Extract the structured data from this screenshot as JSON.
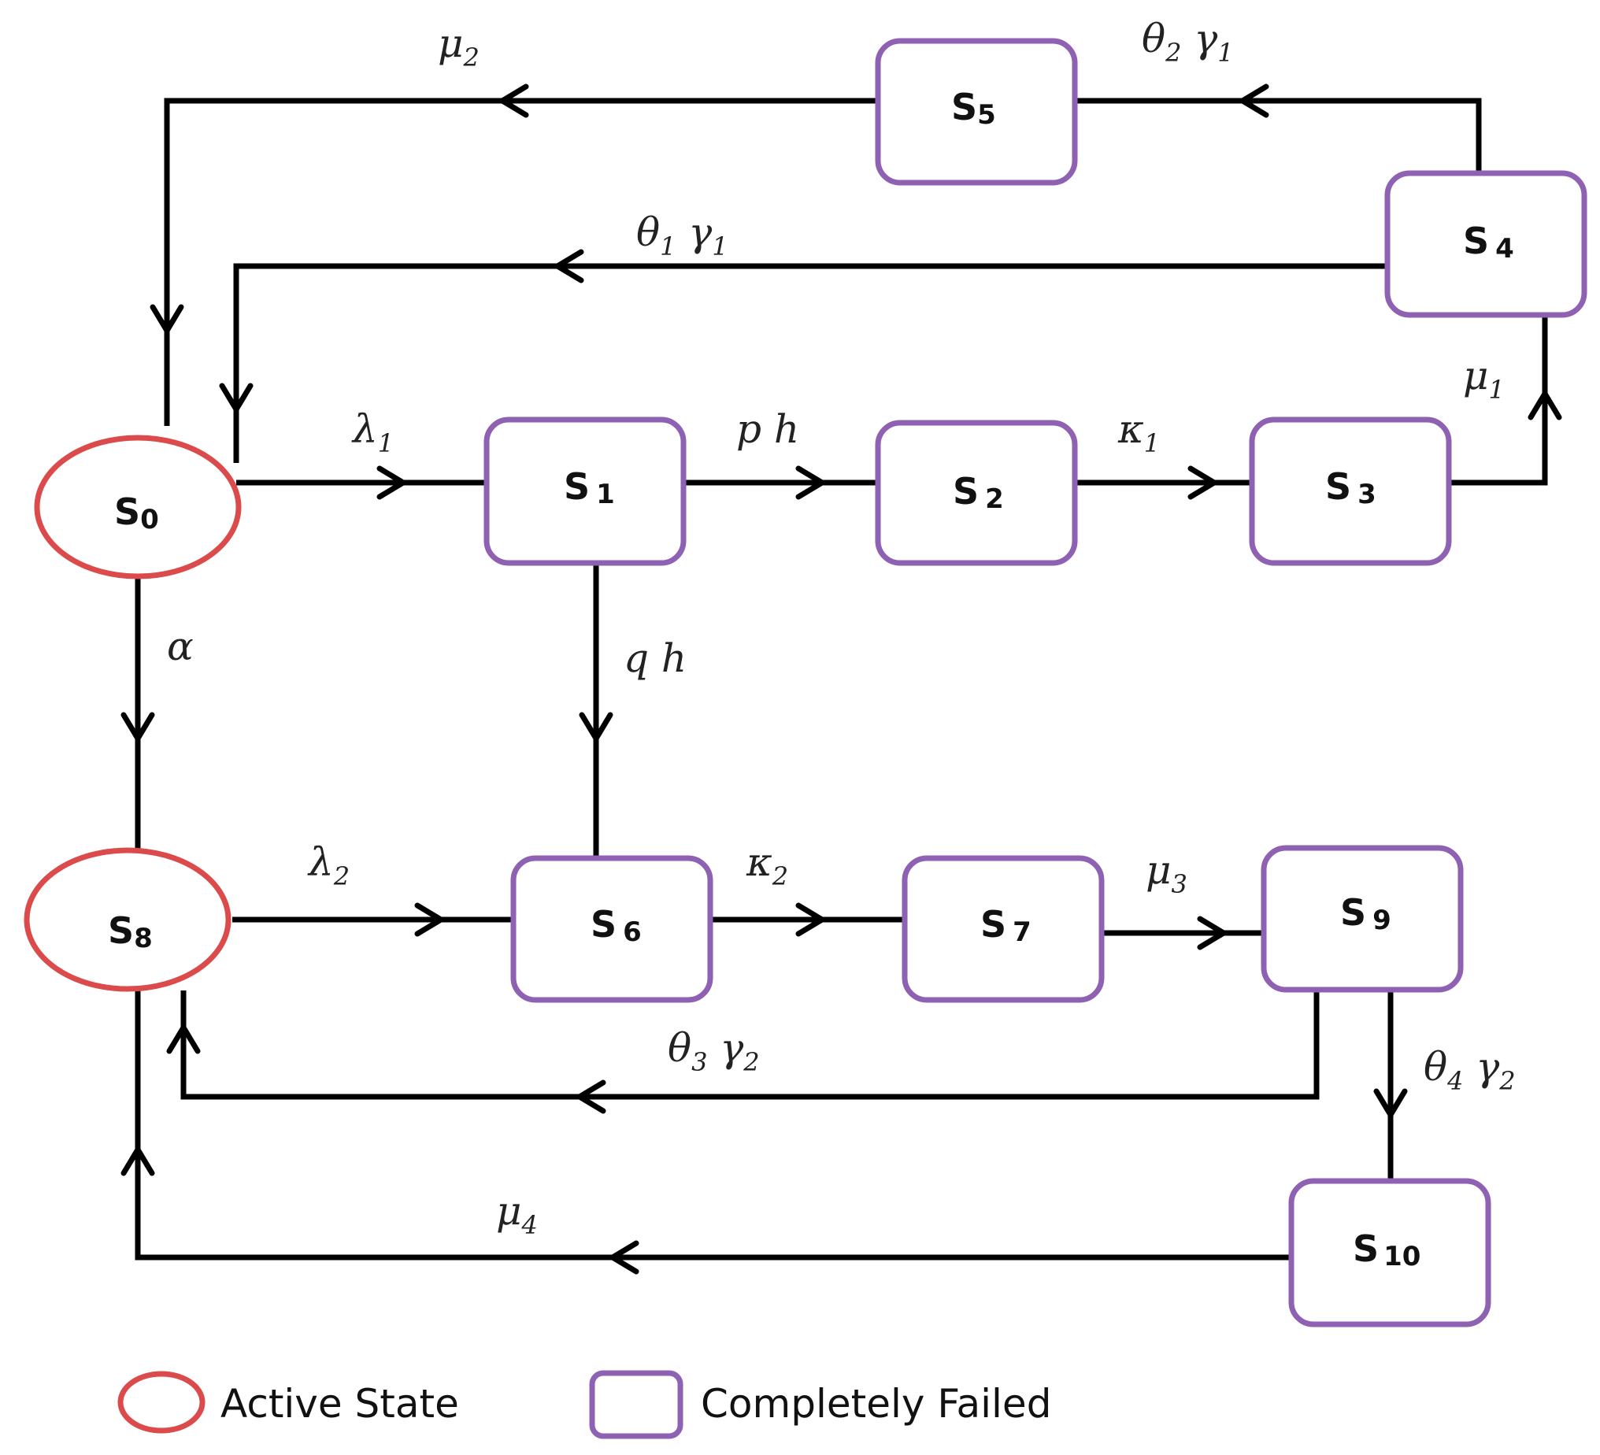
{
  "colors": {
    "active_state": "#dc4b4b",
    "failed_state": "#8e61b3",
    "edge": "#000000"
  },
  "states": [
    {
      "id": "s0",
      "base": "S",
      "sub": "0",
      "kind": "active"
    },
    {
      "id": "s1",
      "base": "S",
      "sub": "1",
      "kind": "failed"
    },
    {
      "id": "s2",
      "base": "S",
      "sub": "2",
      "kind": "failed"
    },
    {
      "id": "s3",
      "base": "S",
      "sub": "3",
      "kind": "failed"
    },
    {
      "id": "s4",
      "base": "S",
      "sub": "4",
      "kind": "failed"
    },
    {
      "id": "s5",
      "base": "S",
      "sub": "5",
      "kind": "failed"
    },
    {
      "id": "s6",
      "base": "S",
      "sub": "6",
      "kind": "failed"
    },
    {
      "id": "s7",
      "base": "S",
      "sub": "7",
      "kind": "failed"
    },
    {
      "id": "s8",
      "base": "S",
      "sub": "8",
      "kind": "active"
    },
    {
      "id": "s9",
      "base": "S",
      "sub": "9",
      "kind": "failed"
    },
    {
      "id": "s10",
      "base": "S",
      "sub": "10",
      "kind": "failed"
    }
  ],
  "transitions": [
    {
      "id": "t-s0-s1",
      "from": "S0",
      "to": "S1",
      "label": [
        {
          "t": "λ",
          "s": "1"
        }
      ]
    },
    {
      "id": "t-s1-s2",
      "from": "S1",
      "to": "S2",
      "label": [
        {
          "t": "p h",
          "s": ""
        }
      ]
    },
    {
      "id": "t-s2-s3",
      "from": "S2",
      "to": "S3",
      "label": [
        {
          "t": "κ",
          "s": "1"
        }
      ]
    },
    {
      "id": "t-s3-s4",
      "from": "S3",
      "to": "S4",
      "label": [
        {
          "t": "μ",
          "s": "1"
        }
      ]
    },
    {
      "id": "t-s4-s5",
      "from": "S4",
      "to": "S5",
      "label": [
        {
          "t": "θ",
          "s": "2"
        },
        {
          "t": " γ",
          "s": "1"
        }
      ]
    },
    {
      "id": "t-s5-s0",
      "from": "S5",
      "to": "S0",
      "label": [
        {
          "t": "μ",
          "s": "2"
        }
      ]
    },
    {
      "id": "t-s4-s0",
      "from": "S4",
      "to": "S0",
      "label": [
        {
          "t": "θ",
          "s": "1"
        },
        {
          "t": " γ",
          "s": "1"
        }
      ]
    },
    {
      "id": "t-s0-s8",
      "from": "S0",
      "to": "S8",
      "label": [
        {
          "t": "α",
          "s": ""
        }
      ]
    },
    {
      "id": "t-s1-s6",
      "from": "S1",
      "to": "S6",
      "label": [
        {
          "t": "q h",
          "s": ""
        }
      ]
    },
    {
      "id": "t-s8-s6",
      "from": "S8",
      "to": "S6",
      "label": [
        {
          "t": "λ",
          "s": "2"
        }
      ]
    },
    {
      "id": "t-s6-s7",
      "from": "S6",
      "to": "S7",
      "label": [
        {
          "t": "κ",
          "s": "2"
        }
      ]
    },
    {
      "id": "t-s7-s9",
      "from": "S7",
      "to": "S9",
      "label": [
        {
          "t": "μ",
          "s": "3"
        }
      ]
    },
    {
      "id": "t-s9-s8",
      "from": "S9",
      "to": "S8",
      "label": [
        {
          "t": "θ",
          "s": "3"
        },
        {
          "t": " γ",
          "s": "2"
        }
      ]
    },
    {
      "id": "t-s9-s10",
      "from": "S9",
      "to": "S10",
      "label": [
        {
          "t": "θ",
          "s": "4"
        },
        {
          "t": " γ",
          "s": "2"
        }
      ]
    },
    {
      "id": "t-s10-s8",
      "from": "S10",
      "to": "S8",
      "label": [
        {
          "t": "μ",
          "s": "4"
        }
      ]
    }
  ],
  "legend": {
    "active_label": "Active State",
    "failed_label": "Completely Failed"
  }
}
